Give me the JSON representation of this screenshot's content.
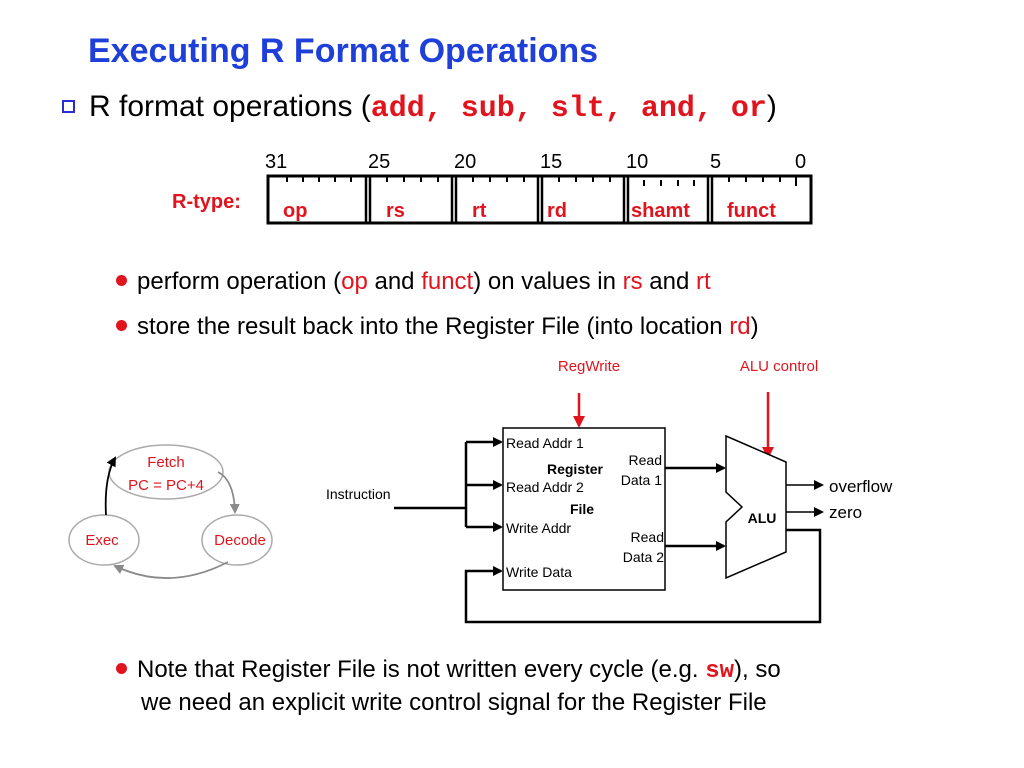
{
  "title": "Executing R Format Operations",
  "subtitle": {
    "prefix": "R format operations (",
    "ops": "add, sub, slt, and, or",
    "suffix": ")"
  },
  "rtype": {
    "label": "R-type:",
    "bit_positions": [
      "31",
      "25",
      "20",
      "15",
      "10",
      "5",
      "0"
    ],
    "fields": [
      "op",
      "rs",
      "rt",
      "rd",
      "shamt",
      "funct"
    ]
  },
  "bullets": [
    {
      "parts": [
        {
          "text": "perform operation (",
          "color": "#000000"
        },
        {
          "text": "op",
          "color": "#e1141e"
        },
        {
          "text": " and ",
          "color": "#000000"
        },
        {
          "text": "funct",
          "color": "#e1141e"
        },
        {
          "text": ") on values in ",
          "color": "#000000"
        },
        {
          "text": "rs",
          "color": "#e1141e"
        },
        {
          "text": " and ",
          "color": "#000000"
        },
        {
          "text": "rt",
          "color": "#e1141e"
        }
      ]
    },
    {
      "parts": [
        {
          "text": "store the result back into the Register File (into location ",
          "color": "#000000"
        },
        {
          "text": "rd",
          "color": "#e1141e"
        },
        {
          "text": ")",
          "color": "#000000"
        }
      ]
    }
  ],
  "cycle": {
    "fetch": "Fetch",
    "fetch_sub": "PC = PC+4",
    "exec": "Exec",
    "decode": "Decode"
  },
  "datapath": {
    "regwrite": "RegWrite",
    "alu_control": "ALU control",
    "instruction": "Instruction",
    "read_addr1": "Read Addr 1",
    "read_addr2": "Read Addr 2",
    "write_addr": "Write Addr",
    "write_data": "Write Data",
    "register": "Register",
    "file": "File",
    "read": "Read",
    "data1": "Data 1",
    "data2": "Data 2",
    "alu": "ALU",
    "overflow": "overflow",
    "zero": "zero"
  },
  "note": {
    "line1_prefix": "Note that Register File is not written every cycle (e.g. ",
    "line1_code": "sw",
    "line1_suffix": "), so",
    "line2": "we need an explicit write control signal for the Register File"
  },
  "colors": {
    "title": "#1f3fd9",
    "accent_red": "#e1141e",
    "bullet_square": "#2b2bd6",
    "cycle_ellipse": "#aaaaaa"
  }
}
